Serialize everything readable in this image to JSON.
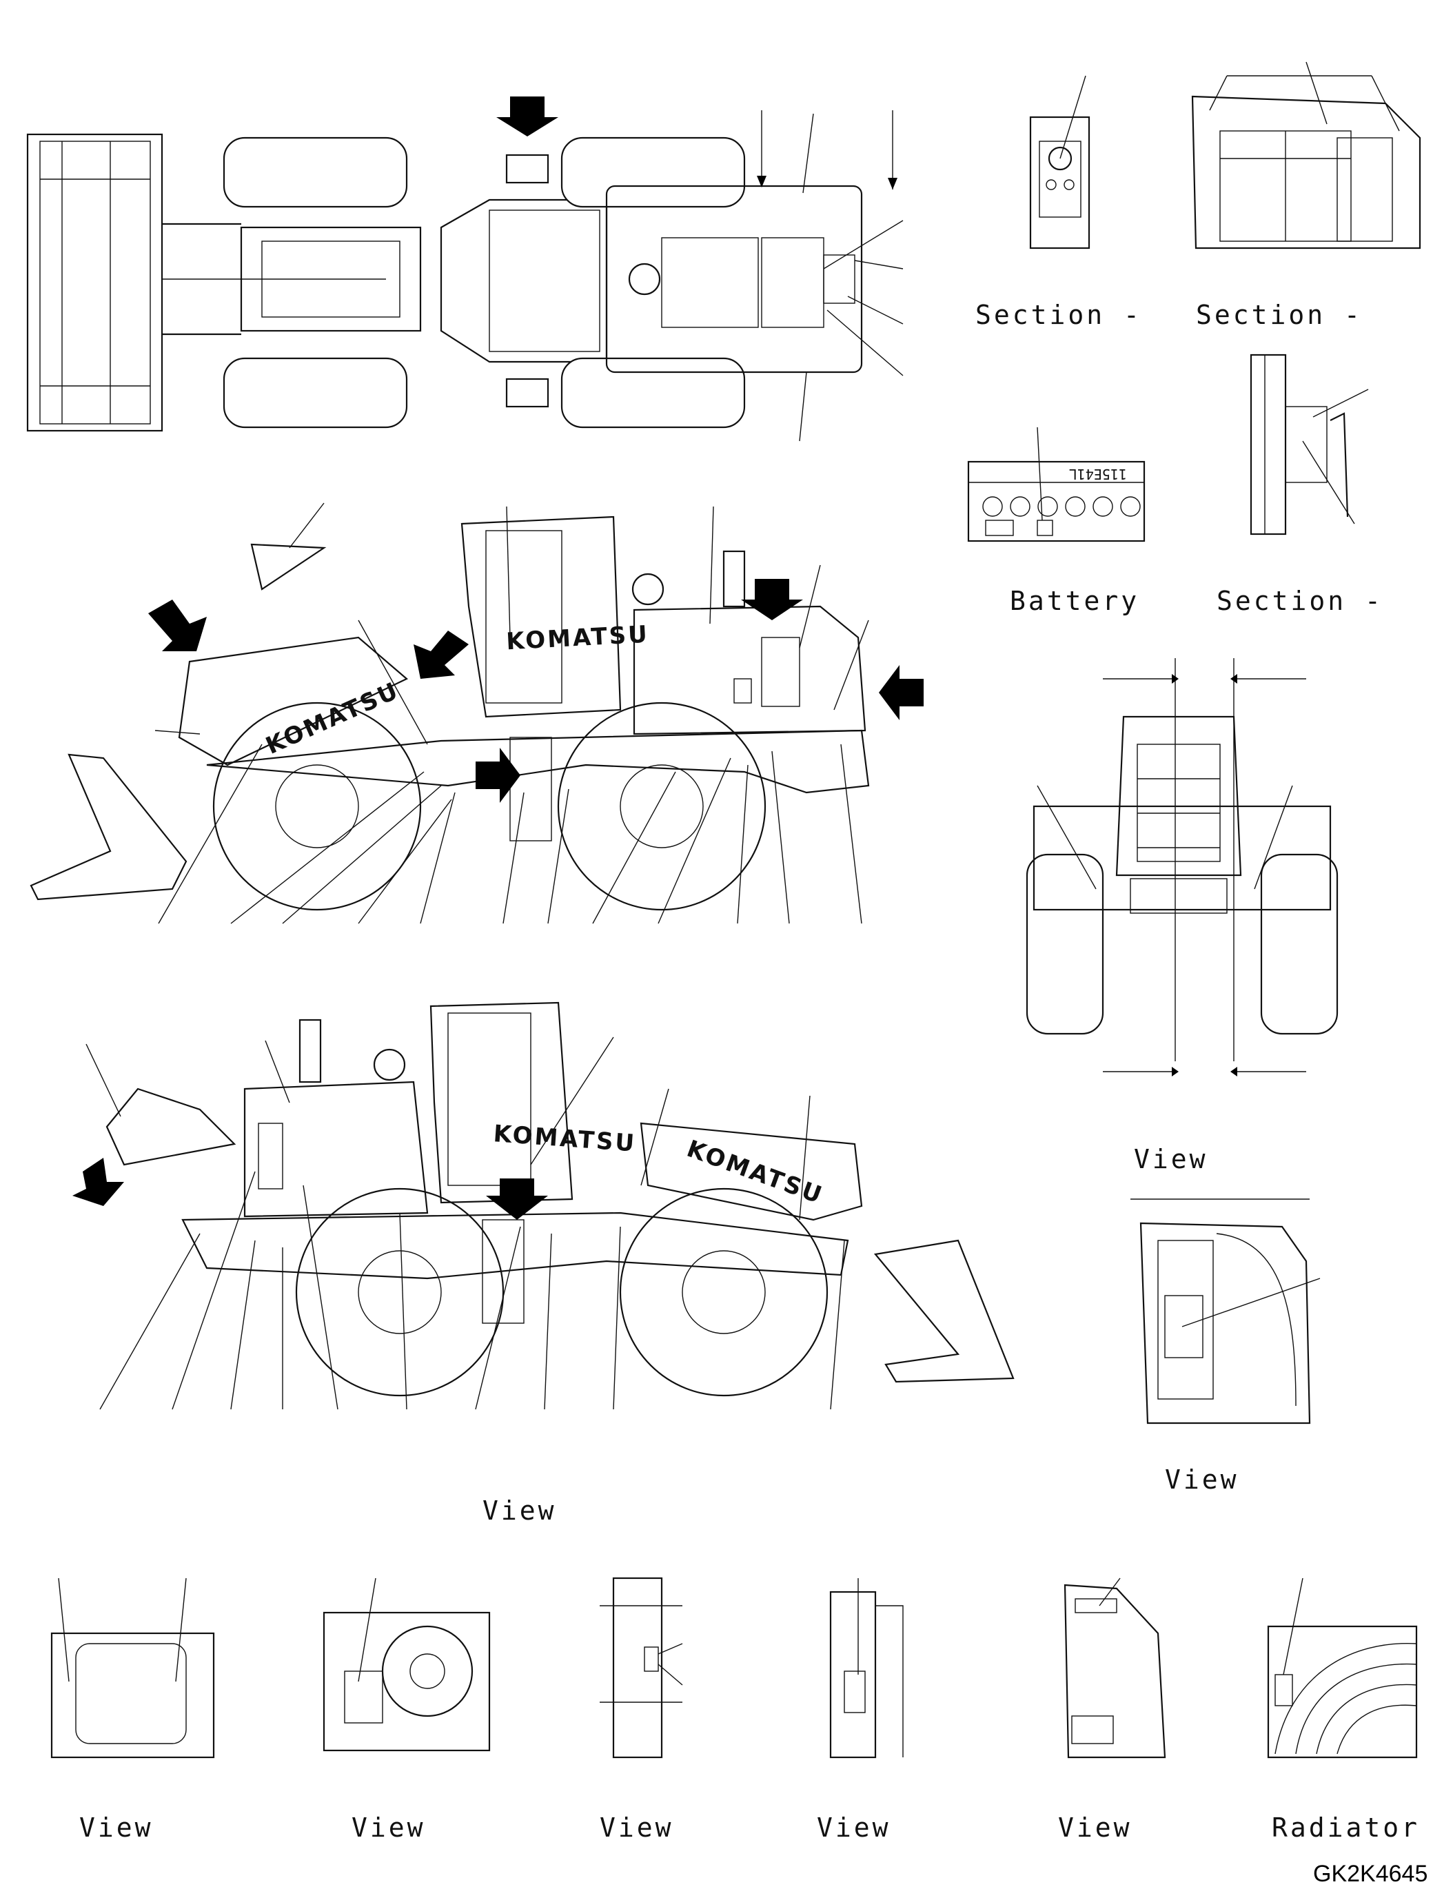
{
  "drawing_code": "GK2K4645",
  "captions": {
    "section_a": "Section  -",
    "section_b": "Section  -",
    "battery": "Battery",
    "section_c": "Section  -",
    "view_front": "View",
    "view_rear_detail": "View",
    "view_left_side": "View",
    "view_1": "View",
    "view_2": "View",
    "view_3": "View",
    "view_4": "View",
    "view_5": "View",
    "radiator": "Radiator"
  },
  "brand_text": {
    "cab_1": "KOMATSU",
    "boom_1": "KOMATSU",
    "cab_2": "KOMATSU",
    "boom_2": "KOMATSU"
  },
  "battery_label": "115E41L",
  "colors": {
    "ink": "#111111",
    "paper": "#ffffff"
  }
}
